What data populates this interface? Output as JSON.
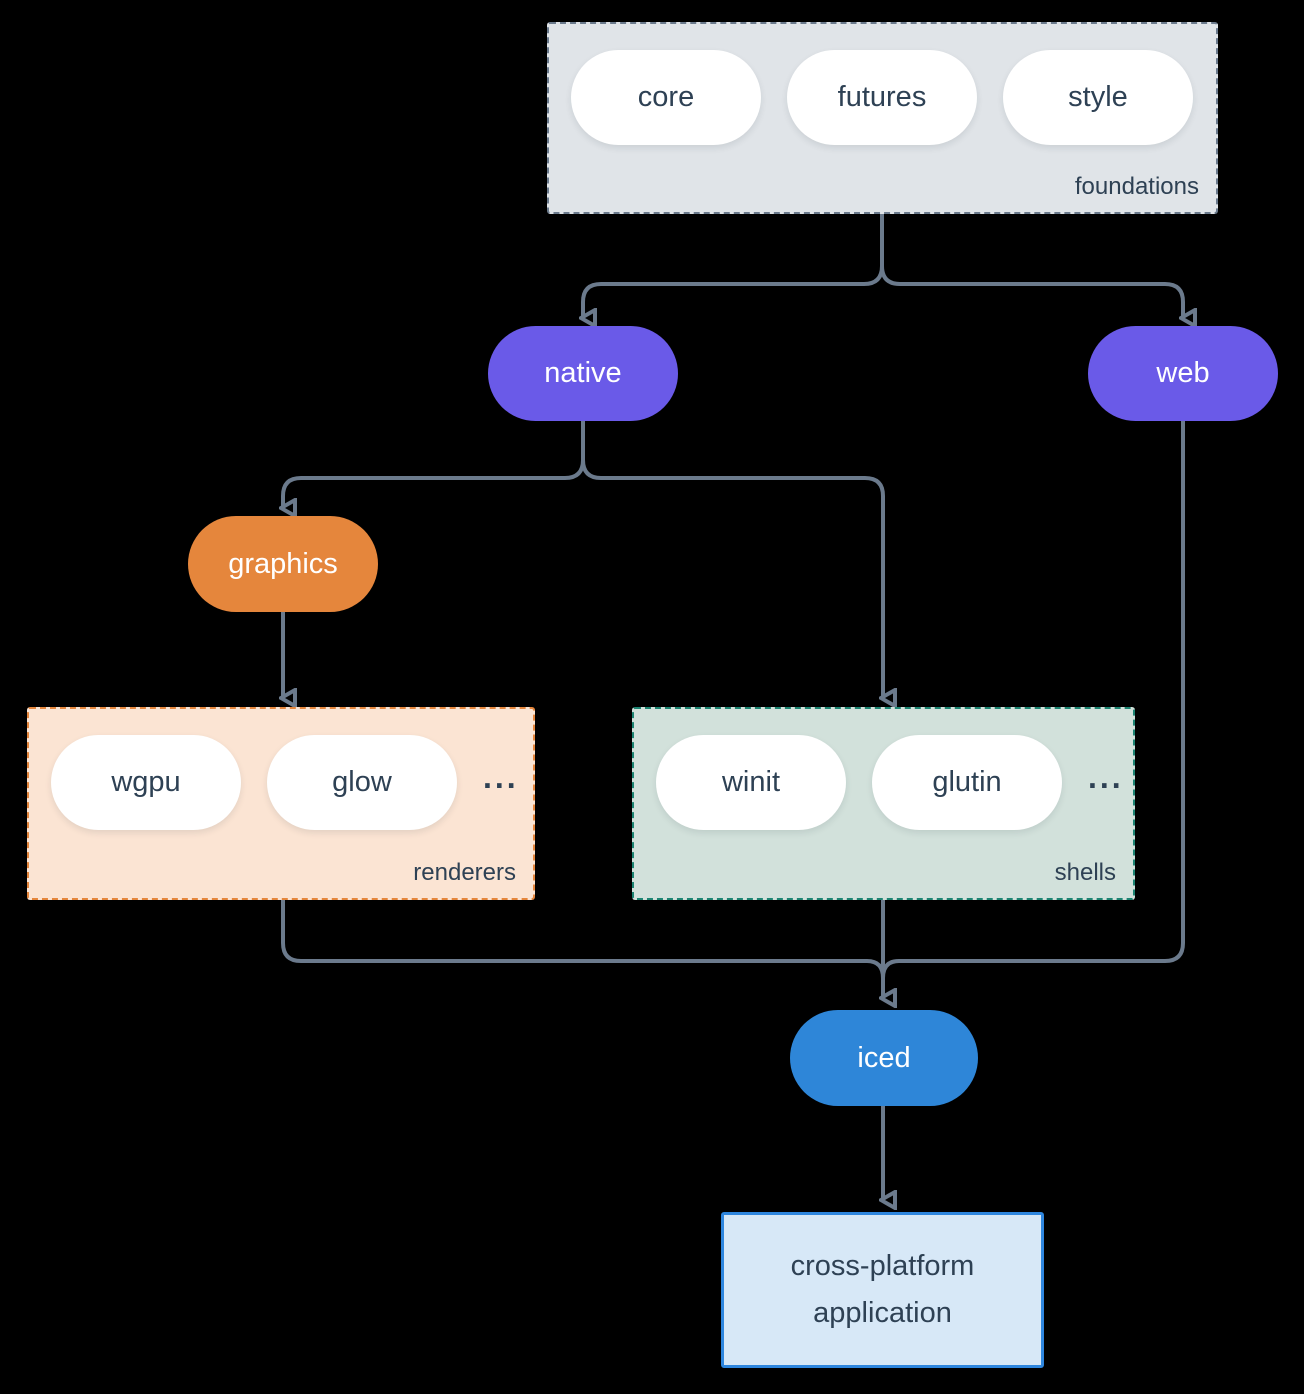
{
  "colors": {
    "background": "#000000",
    "arrow": "#6b7a8c",
    "foundations_fill": "#e0e4e8",
    "foundations_border": "#6b7a8c",
    "pill_white": "#ffffff",
    "pill_text": "#2e4154",
    "purple": "#6a5ae8",
    "orange": "#e5863c",
    "renderers_fill": "#fbe4d3",
    "renderers_border": "#e5863c",
    "shells_fill": "#d2e1db",
    "shells_border": "#1c8472",
    "blue": "#2e86d8",
    "app_fill": "#d7e8f7",
    "app_border": "#2e86de"
  },
  "groups": {
    "foundations": {
      "label": "foundations",
      "pills": [
        "core",
        "futures",
        "style"
      ]
    },
    "renderers": {
      "label": "renderers",
      "pills": [
        "wgpu",
        "glow"
      ],
      "more": "..."
    },
    "shells": {
      "label": "shells",
      "pills": [
        "winit",
        "glutin"
      ],
      "more": "..."
    }
  },
  "nodes": {
    "native": {
      "label": "native"
    },
    "web": {
      "label": "web"
    },
    "graphics": {
      "label": "graphics"
    },
    "iced": {
      "label": "iced"
    },
    "application": {
      "label": "cross-platform application"
    }
  }
}
